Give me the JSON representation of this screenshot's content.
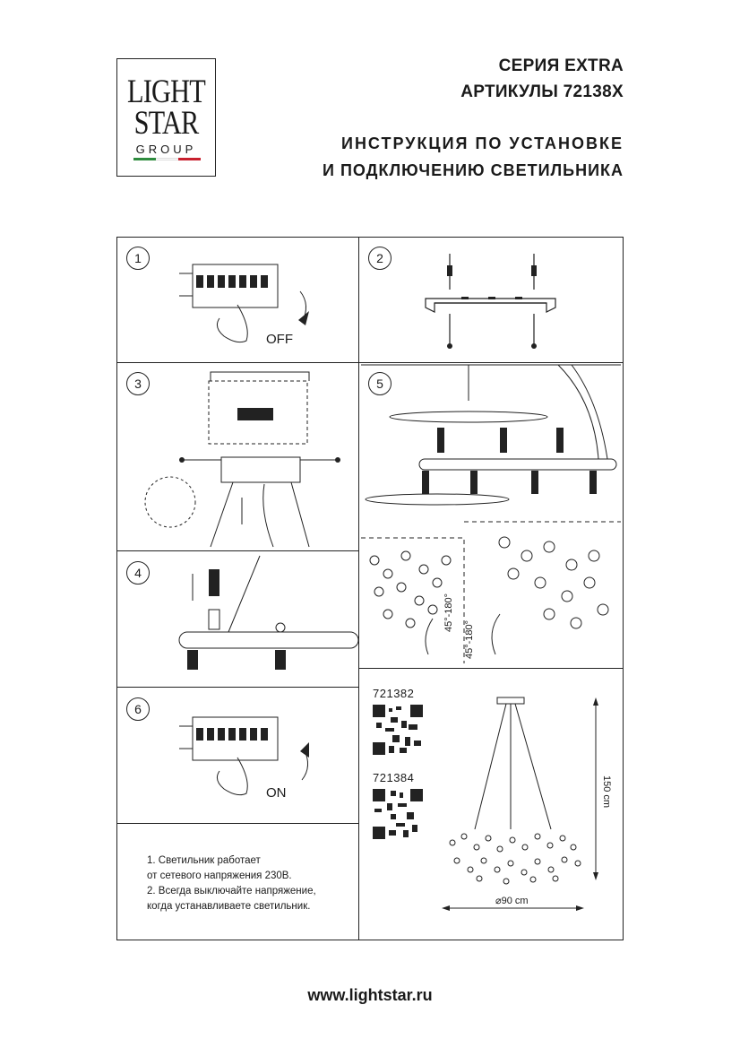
{
  "logo": {
    "line1": "LIGHT",
    "line2": "STAR",
    "line3": "GROUP",
    "flag_colors": [
      "#2e8b3e",
      "#ffffff",
      "#c8202e"
    ]
  },
  "header": {
    "series": "СЕРИЯ EXTRA",
    "articles": "АРТИКУЛЫ 72138X",
    "title_line1": "ИНСТРУКЦИЯ ПО УСТАНОВКЕ",
    "title_line2": "И ПОДКЛЮЧЕНИЮ СВЕТИЛЬНИКА"
  },
  "steps": {
    "s1": "1",
    "s2": "2",
    "s3": "3",
    "s4": "4",
    "s5": "5",
    "s6": "6"
  },
  "switch_labels": {
    "off": "OFF",
    "on": "ON"
  },
  "angles": {
    "left": "45°-180°",
    "right": "45°-180°"
  },
  "notes": {
    "line1": "1. Светильник работает",
    "line2": "от сетевого напряжения 230В.",
    "line3": "2. Всегда выключайте напряжение,",
    "line4": "когда устанавливаете светильник."
  },
  "models": {
    "m1": "721382",
    "m2": "721384"
  },
  "dimensions": {
    "height": "150 cm",
    "diameter": "⌀90 cm"
  },
  "footer": {
    "url": "www.lightstar.ru"
  }
}
